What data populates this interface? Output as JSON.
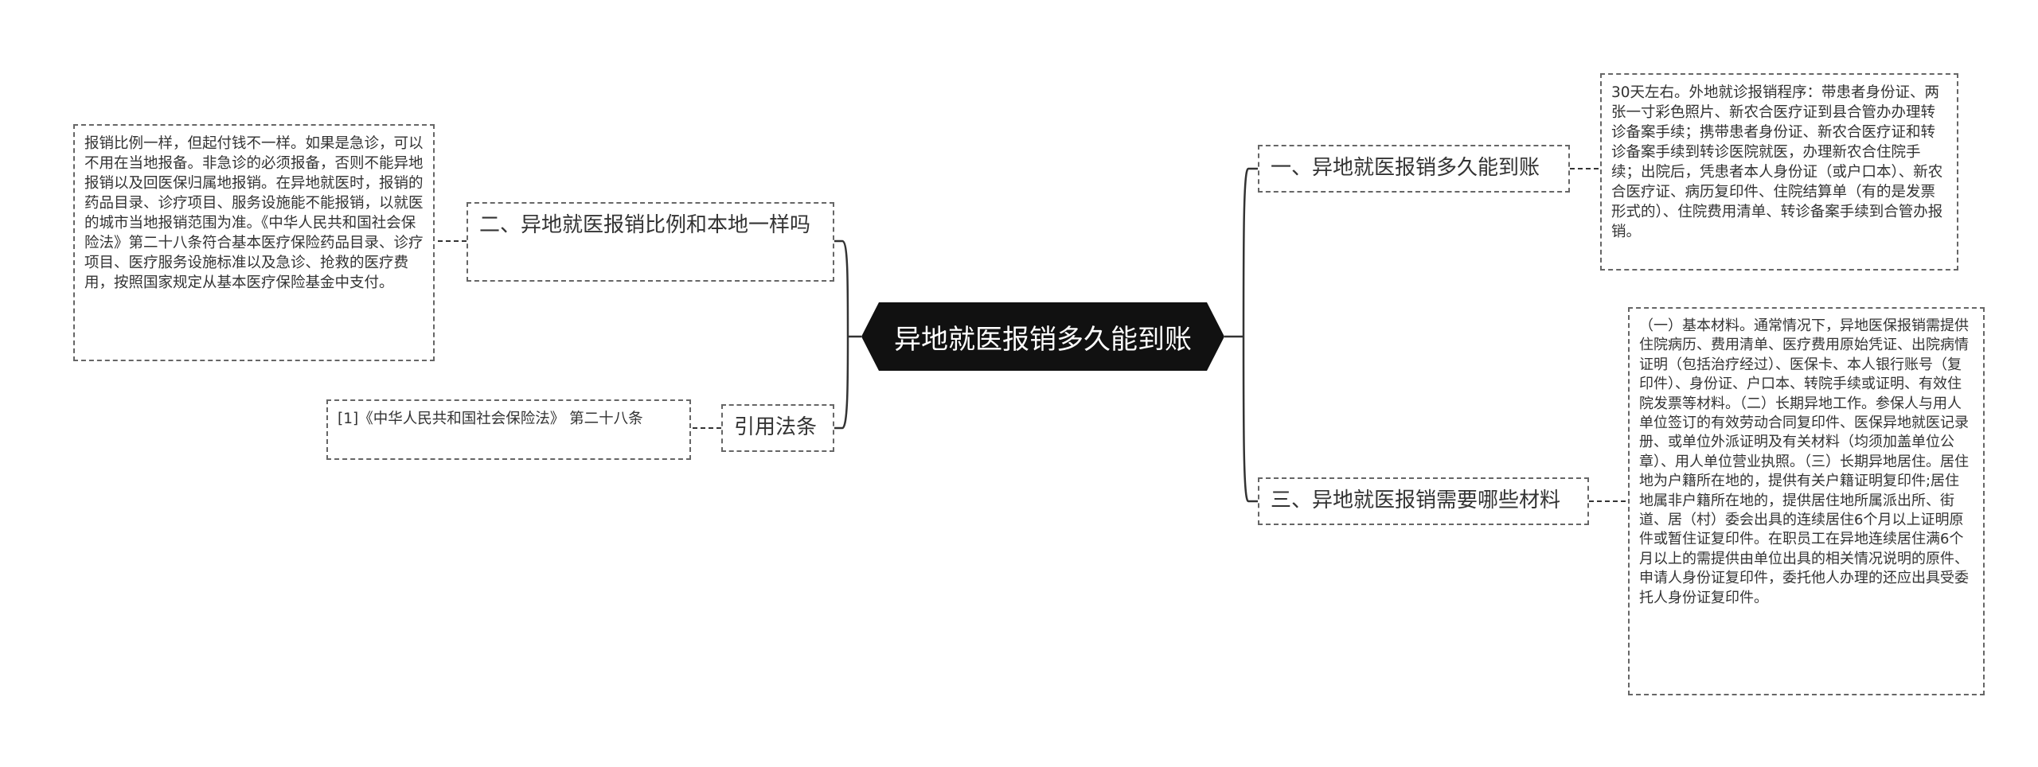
{
  "center": {
    "text": "异地就医报销多久能到账"
  },
  "nodes": {
    "b1": {
      "label": "一、异地就医报销多久能到账",
      "detail": "30天左右。外地就诊报销程序：带患者身份证、两张一寸彩色照片、新农合医疗证到县合管办办理转诊备案手续；携带患者身份证、新农合医疗证和转诊备案手续到转诊医院就医，办理新农合住院手续；出院后，凭患者本人身份证（或户口本）、新农合医疗证、病历复印件、住院结算单（有的是发票形式的）、住院费用清单、转诊备案手续到合管办报销。"
    },
    "b2": {
      "label": "二、异地就医报销比例和本地一样吗",
      "detail": "报销比例一样，但起付钱不一样。如果是急诊，可以不用在当地报备。非急诊的必须报备，否则不能异地报销以及回医保归属地报销。在异地就医时，报销的药品目录、诊疗项目、服务设施能不能报销，以就医的城市当地报销范围为准。《中华人民共和国社会保险法》第二十八条符合基本医疗保险药品目录、诊疗项目、医疗服务设施标准以及急诊、抢救的医疗费用，按照国家规定从基本医疗保险基金中支付。"
    },
    "b3": {
      "label": "三、异地就医报销需要哪些材料",
      "detail": "（一）基本材料。通常情况下，异地医保报销需提供住院病历、费用清单、医疗费用原始凭证、出院病情证明（包括治疗经过）、医保卡、本人银行账号（复印件）、身份证、户口本、转院手续或证明、有效住院发票等材料。（二）长期异地工作。参保人与用人单位签订的有效劳动合同复印件、医保异地就医记录册、或单位外派证明及有关材料（均须加盖单位公章）、用人单位营业执照。（三）长期异地居住。居住地为户籍所在地的，提供有关户籍证明复印件;居住地属非户籍所在地的，提供居住地所属派出所、街道、居（村）委会出具的连续居住6个月以上证明原件或暂住证复印件。在职员工在异地连续居住满6个月以上的需提供由单位出具的相关情况说明的原件、申请人身份证复印件，委托他人办理的还应出具受委托人身份证复印件。"
    },
    "b4": {
      "label": "引用法条",
      "detail": "[1]《中华人民共和国社会保险法》 第二十八条"
    }
  },
  "colors": {
    "center_bg": "#111111",
    "center_text": "#ffffff",
    "connector": "#333333",
    "node_border": "#666666",
    "text": "#333333"
  }
}
